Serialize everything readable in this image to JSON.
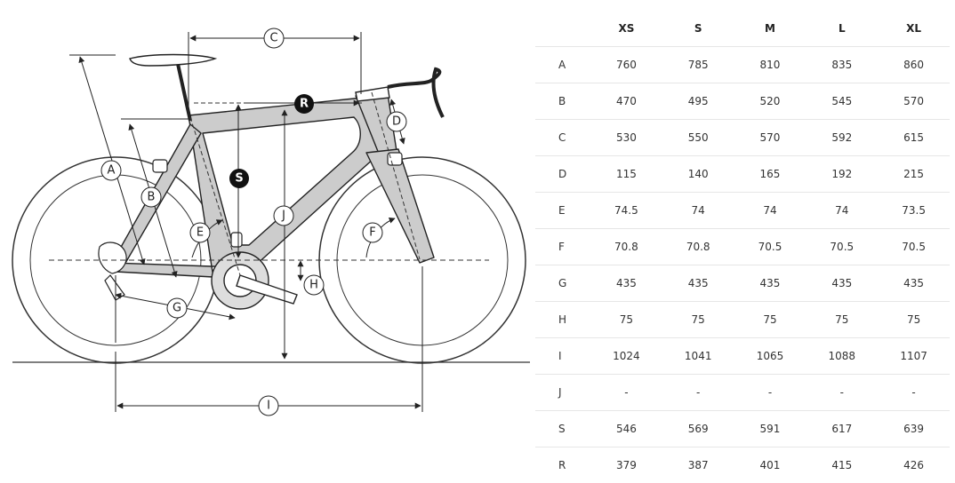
{
  "diagram": {
    "labels": {
      "A": "A",
      "B": "B",
      "C": "C",
      "D": "D",
      "E": "E",
      "F": "F",
      "G": "G",
      "H": "H",
      "I": "I",
      "J": "J",
      "R": "R",
      "S": "S"
    }
  },
  "table": {
    "sizes": [
      "XS",
      "S",
      "M",
      "L",
      "XL"
    ],
    "rows": [
      {
        "key": "A",
        "values": [
          "760",
          "785",
          "810",
          "835",
          "860"
        ]
      },
      {
        "key": "B",
        "values": [
          "470",
          "495",
          "520",
          "545",
          "570"
        ]
      },
      {
        "key": "C",
        "values": [
          "530",
          "550",
          "570",
          "592",
          "615"
        ]
      },
      {
        "key": "D",
        "values": [
          "115",
          "140",
          "165",
          "192",
          "215"
        ]
      },
      {
        "key": "E",
        "values": [
          "74.5",
          "74",
          "74",
          "74",
          "73.5"
        ]
      },
      {
        "key": "F",
        "values": [
          "70.8",
          "70.8",
          "70.5",
          "70.5",
          "70.5"
        ]
      },
      {
        "key": "G",
        "values": [
          "435",
          "435",
          "435",
          "435",
          "435"
        ]
      },
      {
        "key": "H",
        "values": [
          "75",
          "75",
          "75",
          "75",
          "75"
        ]
      },
      {
        "key": "I",
        "values": [
          "1024",
          "1041",
          "1065",
          "1088",
          "1107"
        ]
      },
      {
        "key": "J",
        "values": [
          "-",
          "-",
          "-",
          "-",
          "-"
        ]
      },
      {
        "key": "S",
        "values": [
          "546",
          "569",
          "591",
          "617",
          "639"
        ]
      },
      {
        "key": "R",
        "values": [
          "379",
          "387",
          "401",
          "415",
          "426"
        ]
      }
    ]
  }
}
